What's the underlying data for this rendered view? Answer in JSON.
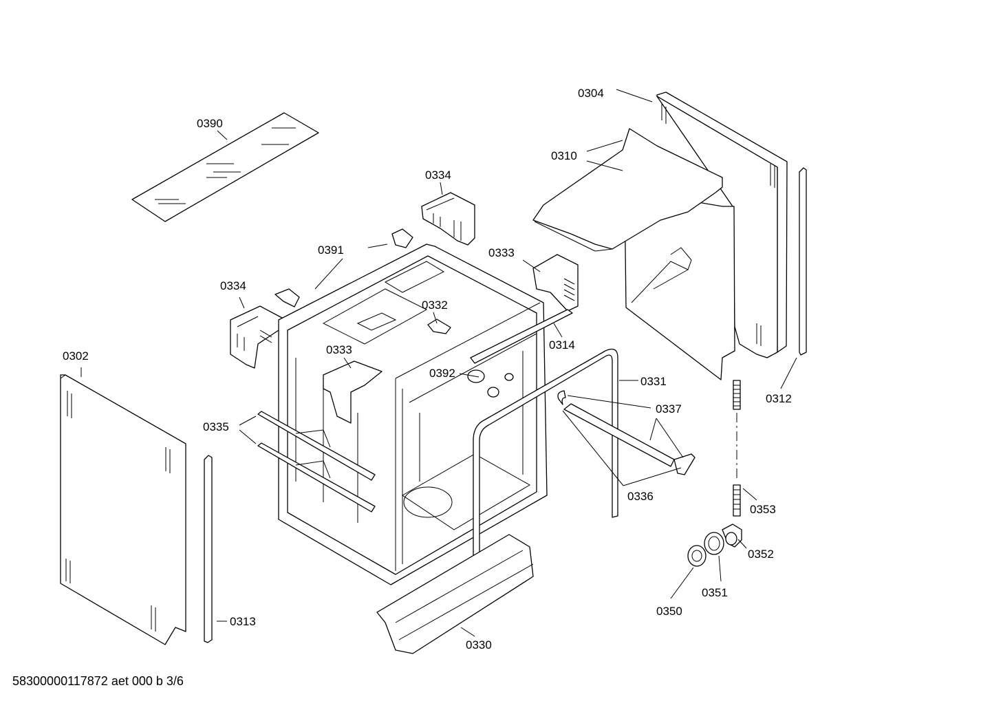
{
  "labels": {
    "p0390": "0390",
    "p0334a": "0334",
    "p0391": "0391",
    "p0333a": "0333",
    "p0334b": "0334",
    "p0332": "0332",
    "p0304": "0304",
    "p0310": "0310",
    "p0314": "0314",
    "p0302": "0302",
    "p0333b": "0333",
    "p0392": "0392",
    "p0331": "0331",
    "p0337": "0337",
    "p0312": "0312",
    "p0335": "0335",
    "p0336": "0336",
    "p0353": "0353",
    "p0352": "0352",
    "p0351": "0351",
    "p0350": "0350",
    "p0313": "0313",
    "p0330": "0330"
  },
  "footer": "58300000117872 aet 000 b 3/6"
}
